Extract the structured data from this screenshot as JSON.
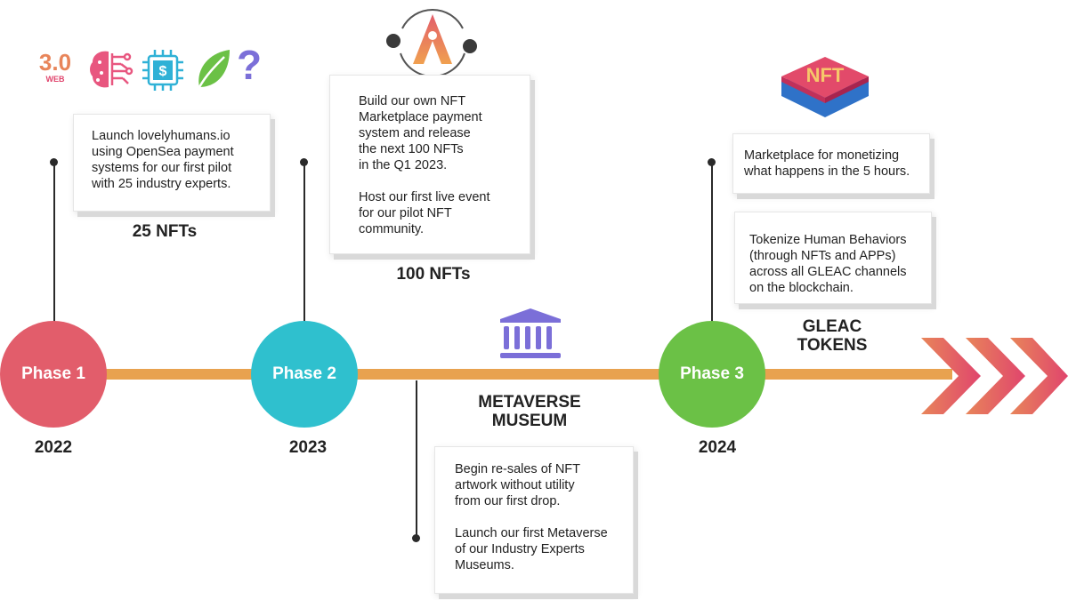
{
  "icons": {
    "web3_big": "3.0",
    "web3_small": "WEB",
    "row": [
      "web3-icon",
      "brain-circuit-icon",
      "dollar-chip-icon",
      "leaf-icon",
      "question-icon"
    ],
    "nft_badge": "NFT"
  },
  "phases": [
    {
      "label": "Phase 1",
      "year": "2022",
      "color": "#e25d6b",
      "tokens": "25 NFTs",
      "card": [
        "Launch lovelyhumans.io",
        "using OpenSea payment",
        "systems for our first pilot",
        "with 25 industry experts."
      ]
    },
    {
      "label": "Phase 2",
      "year": "2023",
      "color": "#2fc0ce",
      "tokens": "100 NFTs",
      "card": [
        "Build our own NFT",
        "Marketplace payment",
        "system and release",
        "the next 100 NFTs",
        "in the Q1 2023.",
        "",
        "Host our first live event",
        "for our pilot NFT",
        "community."
      ]
    },
    {
      "label": "Phase 3",
      "year": "2024",
      "color": "#6bc146",
      "tokens_line1": "GLEAC",
      "tokens_line2": "TOKENS",
      "card_a": [
        "Marketplace for monetizing",
        "what happens in the 5 hours."
      ],
      "card_b": [
        "Tokenize Human Behaviors",
        "(through NFTs and APPs)",
        "across all GLEAC channels",
        "on the blockchain."
      ]
    }
  ],
  "museum": {
    "title_line1": "METAVERSE",
    "title_line2": "MUSEUM",
    "card": [
      "Begin re-sales of NFT",
      "artwork without utility",
      "from our first drop.",
      "",
      "Launch our first Metaverse",
      "of our Industry Experts",
      "Museums."
    ]
  },
  "colors": {
    "timeline": "#e8a24f",
    "arrow_start": "#e8855a",
    "arrow_end": "#e0456d",
    "museum_icon": "#7b6fd8"
  }
}
